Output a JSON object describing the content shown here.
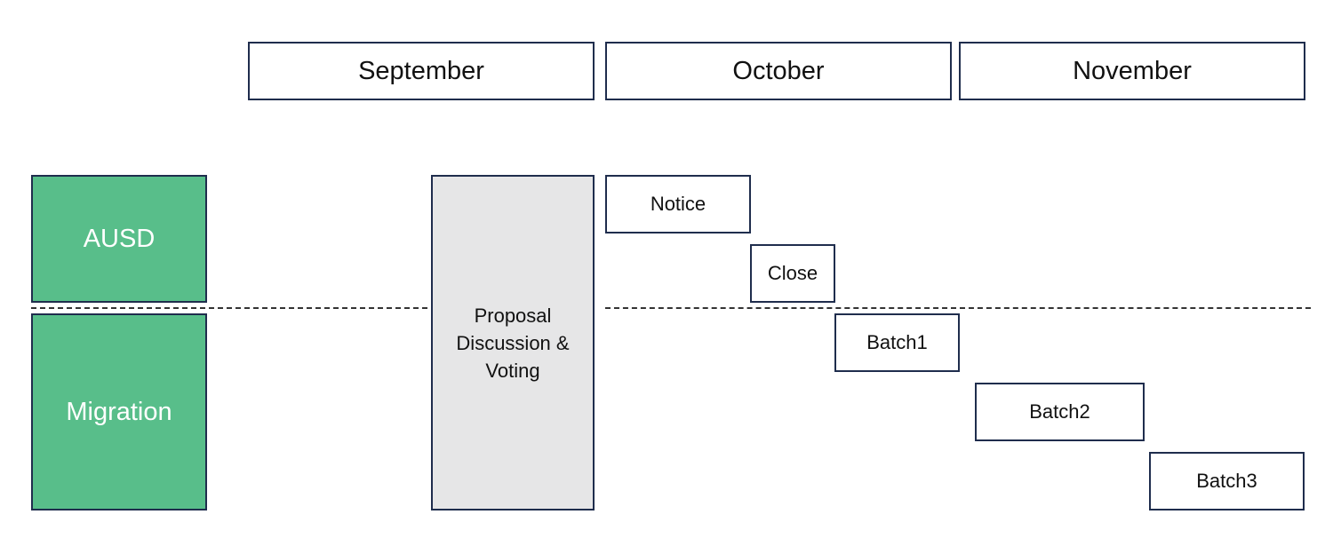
{
  "months": [
    "September",
    "October",
    "November"
  ],
  "rows": {
    "ausd": "AUSD",
    "migration": "Migration"
  },
  "proposal": {
    "lines": [
      "Proposal",
      "Discussion &",
      "Voting"
    ]
  },
  "steps": {
    "notice": "Notice",
    "close": "Close",
    "batch1": "Batch1",
    "batch2": "Batch2",
    "batch3": "Batch3"
  },
  "colors": {
    "row_fill": "#58be8a",
    "proposal_fill": "#e6e6e7",
    "border": "#1f2d4d"
  }
}
